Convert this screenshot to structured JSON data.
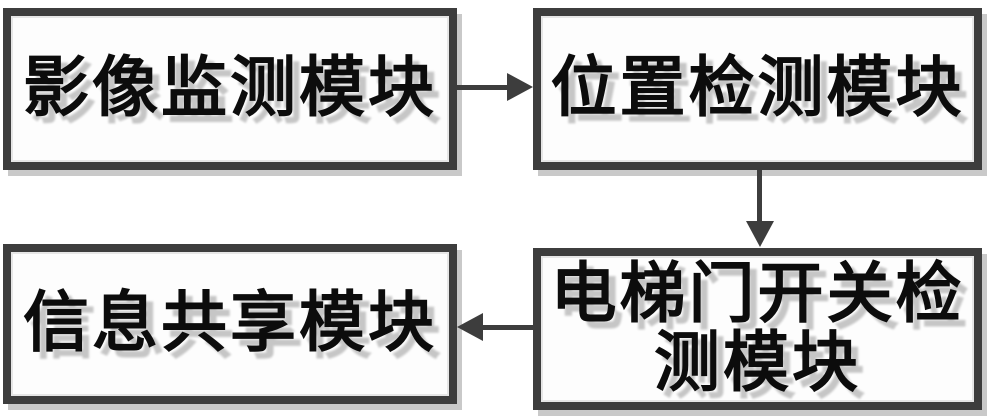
{
  "diagram": {
    "type": "flowchart",
    "nodes": [
      {
        "id": "image-monitoring-module",
        "label": "影像监测模块"
      },
      {
        "id": "position-detection-module",
        "label": "位置检测模块"
      },
      {
        "id": "elevator-door-switch-detection-module",
        "label": "电梯门开关检测模块",
        "line1": "电梯门开关检",
        "line2": "测模块"
      },
      {
        "id": "information-sharing-module",
        "label": "信息共享模块"
      }
    ],
    "edges": [
      {
        "from": "image-monitoring-module",
        "to": "position-detection-module",
        "direction": "right"
      },
      {
        "from": "position-detection-module",
        "to": "elevator-door-switch-detection-module",
        "direction": "down"
      },
      {
        "from": "elevator-door-switch-detection-module",
        "to": "information-sharing-module",
        "direction": "left"
      }
    ],
    "colors": {
      "line": "#3d3d3d",
      "text": "#0c0c0c",
      "ghost_shadow": "#c9c9c9",
      "background": "#ffffff"
    }
  }
}
